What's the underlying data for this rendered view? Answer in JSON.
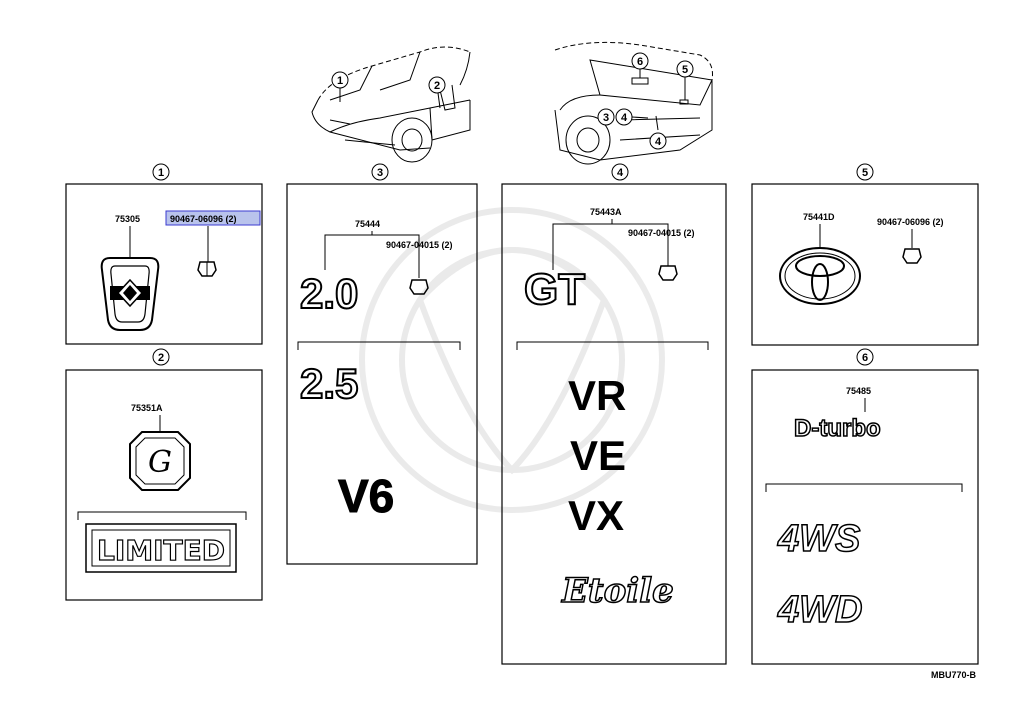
{
  "callouts": [
    "1",
    "2",
    "3",
    "4",
    "5",
    "6"
  ],
  "panels": {
    "p1": {
      "circle": "1",
      "part_main": "75305",
      "part_clip": "90467-06096 (2)"
    },
    "p2": {
      "circle": "2",
      "part_main": "75351A",
      "emblem_letter": "G",
      "emblem_text": "LIMITED"
    },
    "p3": {
      "circle": "3",
      "part_main": "75444",
      "part_clip": "90467-04015 (2)",
      "emblems": [
        "2.0",
        "2.5",
        "V6"
      ]
    },
    "p4": {
      "circle": "4",
      "part_main": "75443A",
      "part_clip": "90467-04015 (2)",
      "emblems": [
        "GT",
        "VR",
        "VE",
        "VX",
        "Etoile"
      ]
    },
    "p5": {
      "circle": "5",
      "part_main": "75441D",
      "part_clip": "90467-06096 (2)"
    },
    "p6": {
      "circle": "6",
      "part_main": "75485",
      "emblems": [
        "D-turbo",
        "4WS",
        "4WD"
      ]
    }
  },
  "figure_code": "MBU770-B",
  "colors": {
    "highlight_fill": "#b9c3ec",
    "highlight_stroke": "#3b3bd0",
    "line": "#000000"
  }
}
